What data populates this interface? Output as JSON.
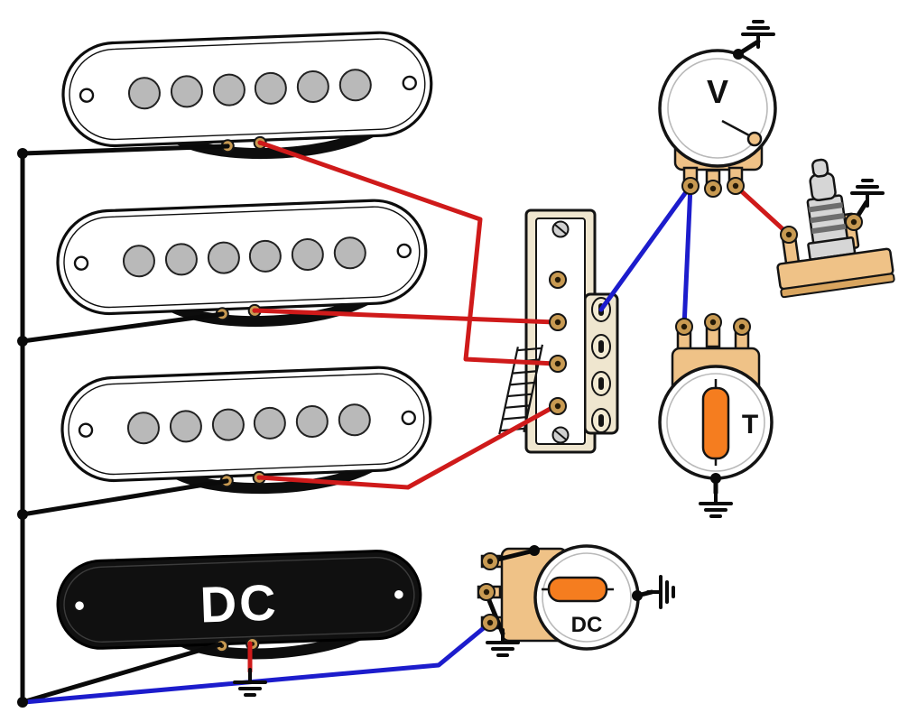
{
  "diagram": {
    "type": "electric-guitar-wiring-diagram",
    "background": "#ffffff"
  },
  "labels": {
    "volume_pot": "V",
    "tone_pot": "T",
    "dc_pot": "DC",
    "dc_pickup": "DC"
  },
  "colors": {
    "wire_black": "#0a0a0a",
    "wire_red": "#cf1a1a",
    "wire_blue": "#1c1ccc",
    "pot_base": "#efc287",
    "pot_base_edge": "#d9a55f",
    "capacitor": "#f57d1f",
    "switch_body": "#efe6cf",
    "eyelet_gold": "#c89a52",
    "pole_gray": "#b9b9b9",
    "metal_gray": "#d6d6d6"
  },
  "components": [
    {
      "name": "single-coil-pickup-neck"
    },
    {
      "name": "single-coil-pickup-middle"
    },
    {
      "name": "single-coil-pickup-bridge"
    },
    {
      "name": "dc-pickup",
      "label": "DC"
    },
    {
      "name": "5-way-selector-switch"
    },
    {
      "name": "volume-potentiometer",
      "label": "V"
    },
    {
      "name": "tone-potentiometer",
      "label": "T"
    },
    {
      "name": "dc-potentiometer",
      "label": "DC"
    },
    {
      "name": "output-jack"
    },
    {
      "name": "ground-symbol",
      "count": 6
    }
  ]
}
